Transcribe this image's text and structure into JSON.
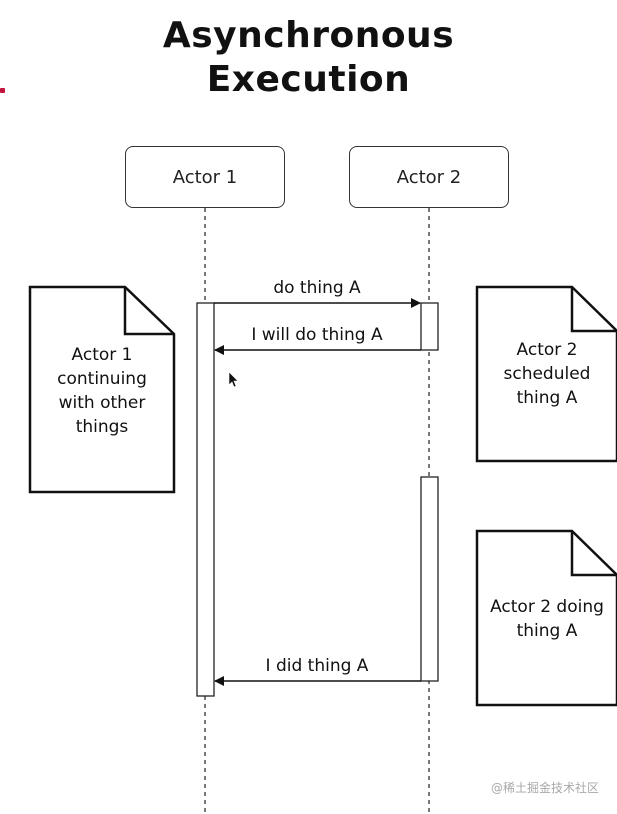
{
  "title": {
    "line1": "Asynchronous",
    "line2": "Execution"
  },
  "actors": [
    {
      "label": "Actor 1"
    },
    {
      "label": "Actor 2"
    }
  ],
  "messages": [
    {
      "label": "do thing A"
    },
    {
      "label": "I will do thing A"
    },
    {
      "label": "I did thing A"
    }
  ],
  "notes": {
    "actor1": [
      "Actor 1",
      "continuing",
      "with other",
      "things"
    ],
    "actor2_scheduled": [
      "Actor 2",
      "scheduled",
      "thing A"
    ],
    "actor2_doing": [
      "Actor 2 doing",
      "thing A"
    ]
  },
  "watermark": "@稀土掘金技术社区",
  "colors": {
    "accent_mark": "#c0143c",
    "stroke": "#111111"
  }
}
